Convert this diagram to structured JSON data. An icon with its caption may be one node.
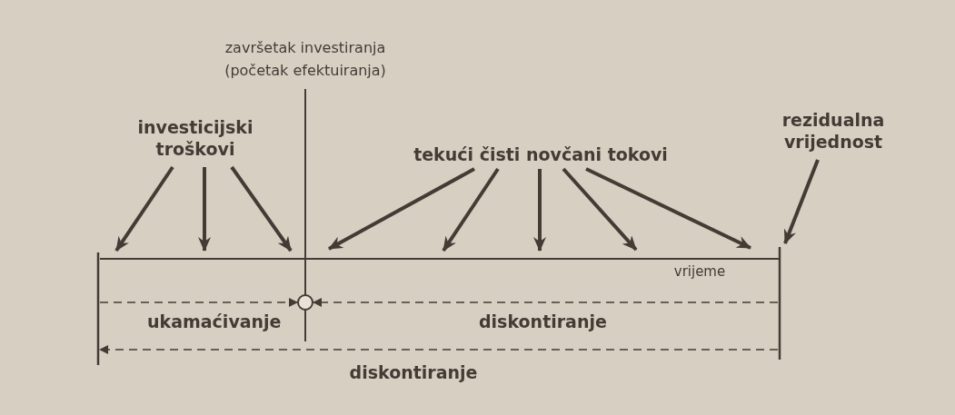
{
  "diagram": {
    "nodes": [
      {
        "text": [
          "investicijski troškovi"
        ]
      },
      {
        "text": [
          "tekući čisti novčani tokovi"
        ]
      },
      {
        "text": [
          "rezidualna vrijednost"
        ]
      },
      {
        "text": [],
        "shape": "circle"
      }
    ],
    "edges": [
      {
        "from": 0,
        "to": null,
        "arrow": "to"
      },
      {
        "from": 0,
        "to": null,
        "arrow": "to"
      },
      {
        "from": 0,
        "to": null,
        "arrow": "to"
      },
      {
        "from": 1,
        "to": null,
        "arrow": "to"
      },
      {
        "from": 1,
        "to": null,
        "arrow": "to"
      },
      {
        "from": 1,
        "to": null,
        "arrow": "to"
      },
      {
        "from": 1,
        "to": null,
        "arrow": "to"
      },
      {
        "from": 1,
        "to": null,
        "arrow": "to"
      },
      {
        "from": 2,
        "to": null,
        "arrow": "to"
      },
      {
        "from": null,
        "to": 3,
        "arrow": "to",
        "label": "ukamaćivanje",
        "style": "dashed"
      },
      {
        "from": null,
        "to": 3,
        "arrow": "to",
        "label": "diskontiranje",
        "style": "dashed"
      }
    ],
    "labels": [
      "završetak investiranja (početak efektuiranja)",
      "vrijeme",
      "diskontiranje"
    ]
  }
}
